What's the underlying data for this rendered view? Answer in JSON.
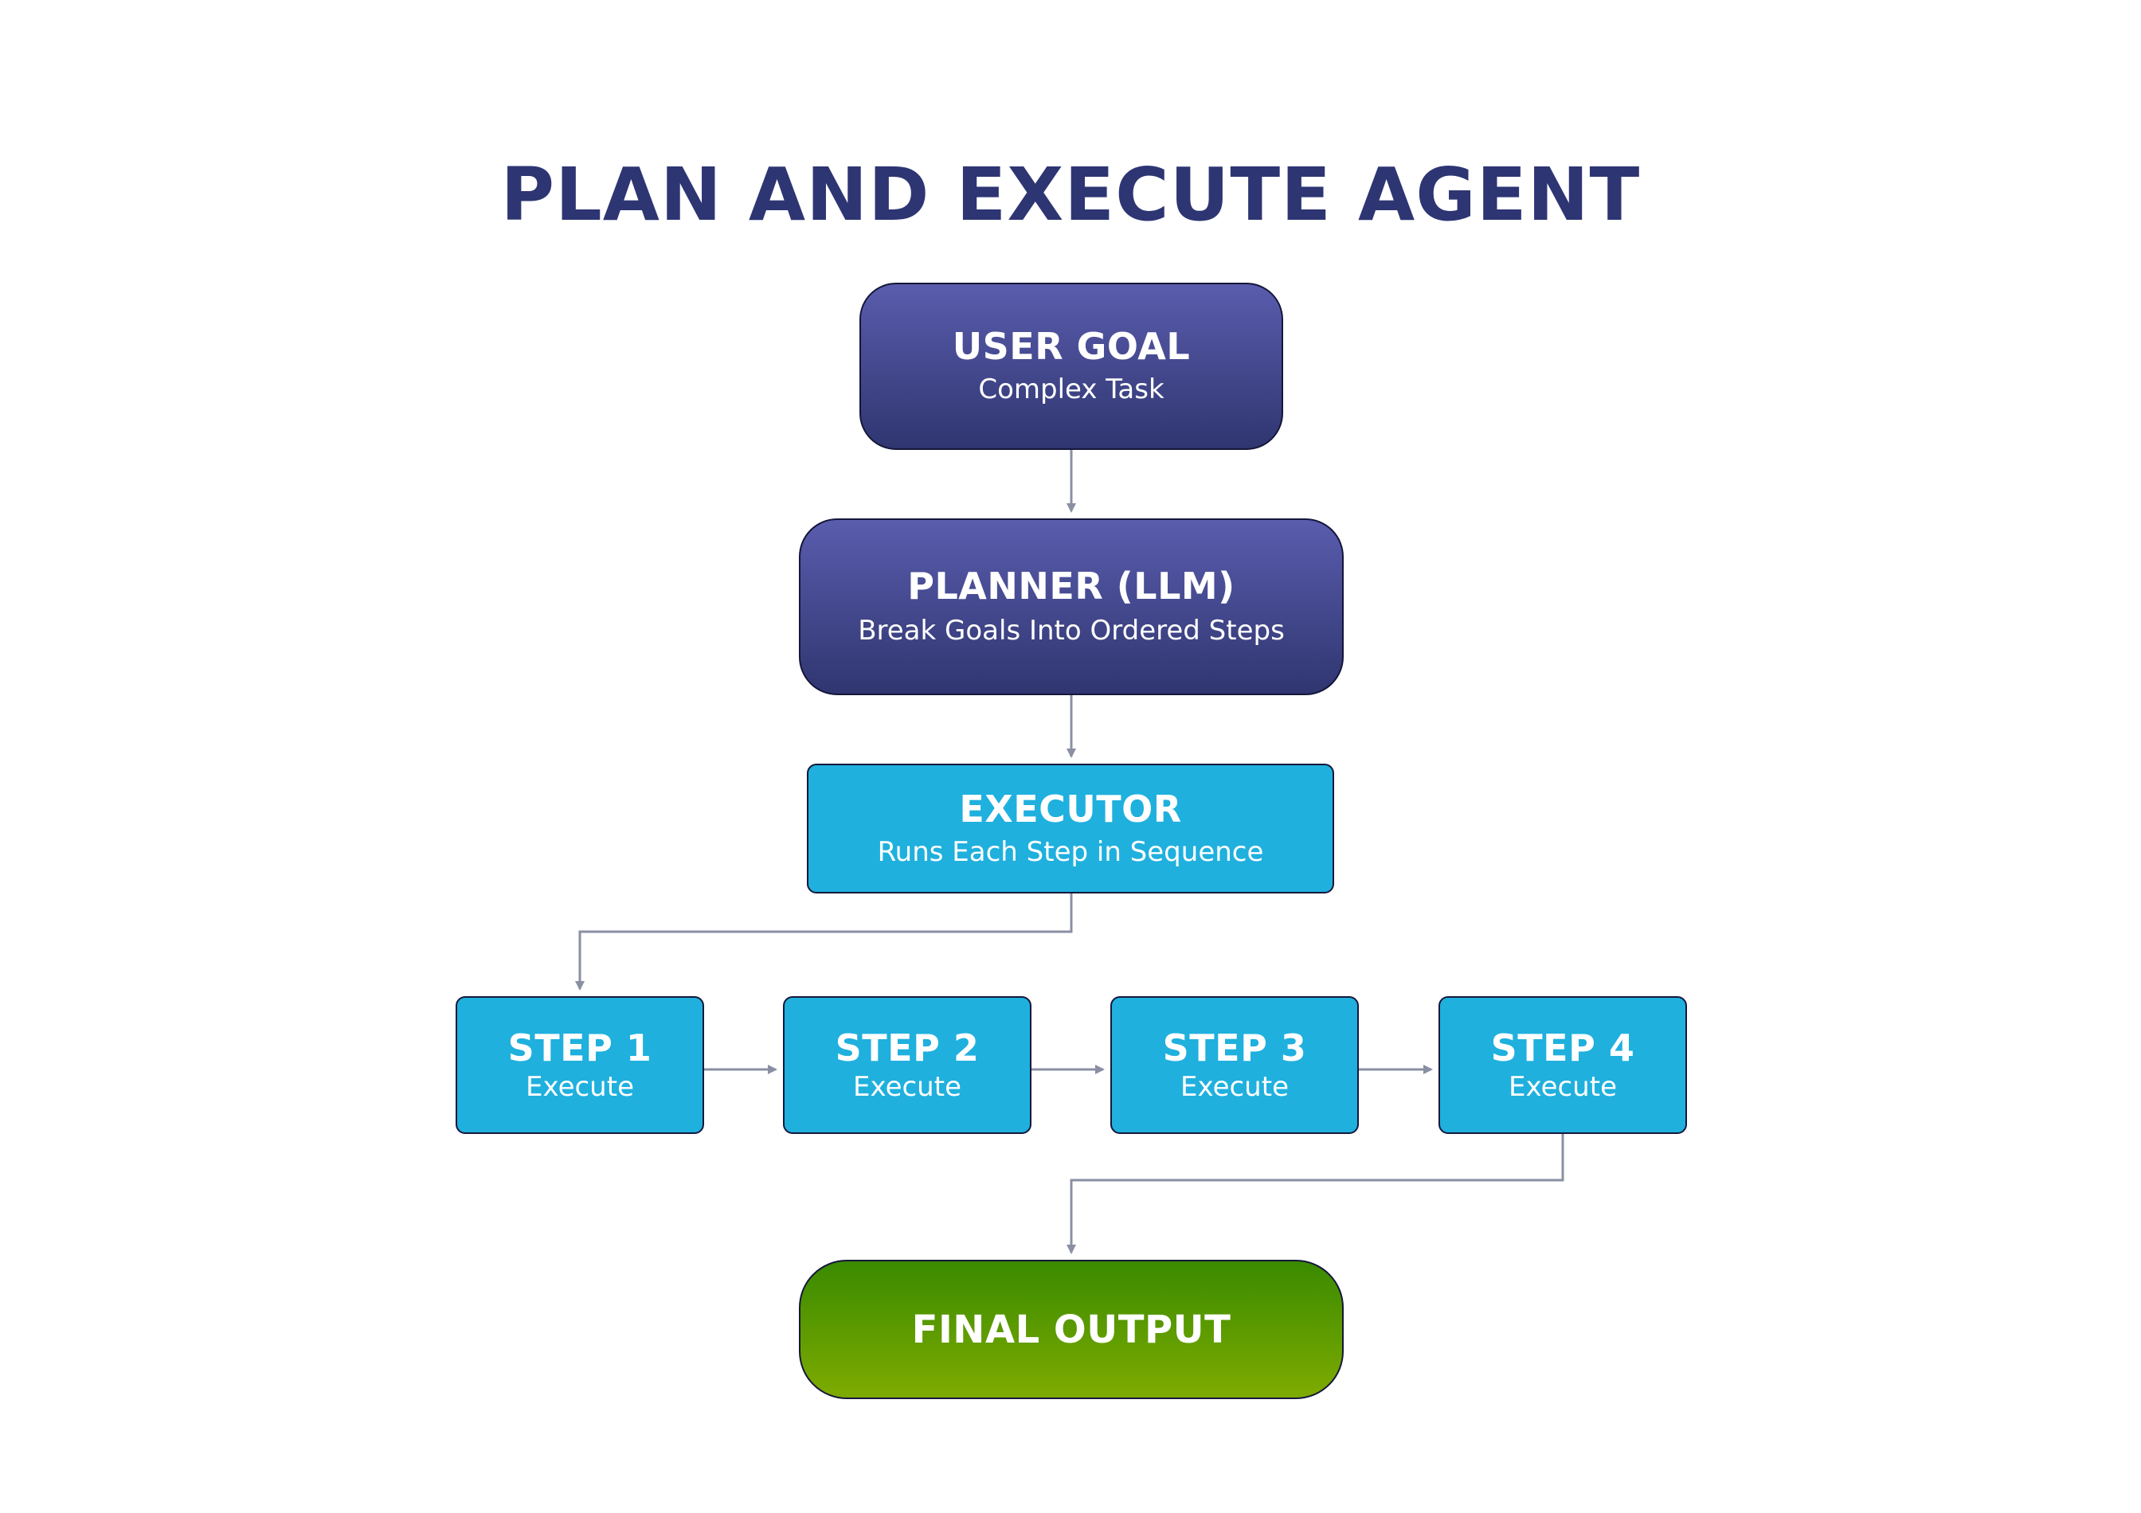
{
  "title": "PLAN AND EXECUTE AGENT",
  "nodes": {
    "user_goal": {
      "title": "USER GOAL",
      "subtitle": "Complex Task"
    },
    "planner": {
      "title": "PLANNER (LLM)",
      "subtitle": "Break Goals Into Ordered Steps"
    },
    "executor": {
      "title": "EXECUTOR",
      "subtitle": "Runs Each Step in Sequence"
    },
    "steps": [
      {
        "title": "STEP 1",
        "subtitle": "Execute"
      },
      {
        "title": "STEP 2",
        "subtitle": "Execute"
      },
      {
        "title": "STEP 3",
        "subtitle": "Execute"
      },
      {
        "title": "STEP 4",
        "subtitle": "Execute"
      }
    ],
    "final_output": {
      "title": "FINAL OUTPUT"
    }
  },
  "colors": {
    "title": "#2e3573",
    "purple_top": "#5a5cad",
    "purple_bottom": "#2f3670",
    "cyan": "#1fb0de",
    "green_top": "#3a8a00",
    "green_bottom": "#7eab00",
    "connector": "#8a8fa3",
    "border": "#15173a"
  },
  "edges": [
    {
      "from": "user_goal",
      "to": "planner"
    },
    {
      "from": "planner",
      "to": "executor"
    },
    {
      "from": "executor",
      "to": "step_1"
    },
    {
      "from": "step_1",
      "to": "step_2"
    },
    {
      "from": "step_2",
      "to": "step_3"
    },
    {
      "from": "step_3",
      "to": "step_4"
    },
    {
      "from": "step_4",
      "to": "final_output"
    }
  ]
}
